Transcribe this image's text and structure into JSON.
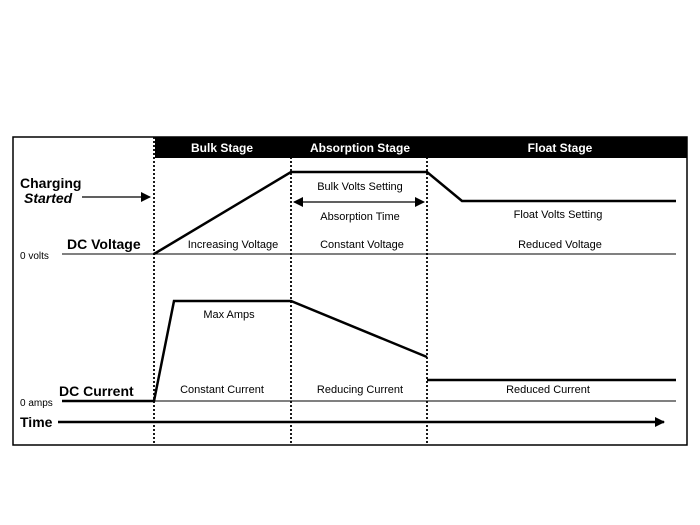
{
  "stages": {
    "bulk": "Bulk Stage",
    "absorption": "Absorption Stage",
    "float": "Float Stage"
  },
  "left_labels": {
    "charging_line1": "Charging",
    "charging_line2": "Started",
    "dc_voltage": "DC Voltage",
    "zero_volts": "0 volts",
    "dc_current": "DC Current",
    "zero_amps": "0 amps",
    "time": "Time"
  },
  "voltage_labels": {
    "bulk_volts_setting": "Bulk Volts Setting",
    "absorption_time": "Absorption Time",
    "float_volts_setting": "Float Volts Setting",
    "increasing_voltage": "Increasing Voltage",
    "constant_voltage": "Constant Voltage",
    "reduced_voltage": "Reduced Voltage"
  },
  "current_labels": {
    "max_amps": "Max Amps",
    "constant_current": "Constant Current",
    "reducing_current": "Reducing Current",
    "reduced_current": "Reduced Current"
  }
}
